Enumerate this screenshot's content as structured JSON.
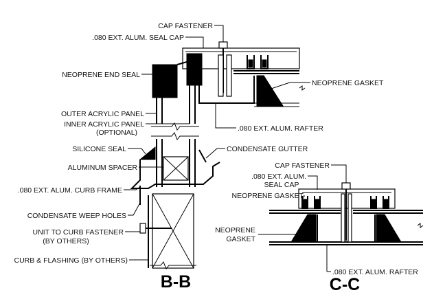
{
  "sections": {
    "bb": {
      "title": "B-B",
      "labels": {
        "cap_fastener": "CAP FASTENER",
        "seal_cap": ".080 EXT. ALUM. SEAL CAP",
        "neoprene_end_seal": "NEOPRENE END SEAL",
        "neoprene_gasket": "NEOPRENE GASKET",
        "outer_acrylic": "OUTER ACRYLIC PANEL",
        "inner_acrylic": "INNER ACRYLIC PANEL",
        "optional": "(OPTIONAL)",
        "rafter": ".080 EXT. ALUM. RAFTER",
        "silicone_seal": "SILICONE SEAL",
        "condensate_gutter": "CONDENSATE GUTTER",
        "aluminum_spacer": "ALUMINUM SPACER",
        "curb_frame": ".080 EXT. ALUM. CURB FRAME",
        "weep_holes": "CONDENSATE WEEP HOLES",
        "unit_to_curb": "UNIT TO CURB FASTENER",
        "by_others_1": "(BY OTHERS)",
        "curb_flashing": "CURB & FLASHING (BY OTHERS)"
      }
    },
    "cc": {
      "title": "C-C",
      "labels": {
        "cap_fastener": "CAP FASTENER",
        "seal_cap_1": ".080 EXT. ALUM.",
        "seal_cap_2": "SEAL CAP",
        "neoprene_gasket_top": "NEOPRENE GASKET",
        "neoprene_1": "NEOPRENE",
        "gasket_2": "GASKET",
        "rafter": ".080 EXT. ALUM. RAFTER"
      }
    }
  }
}
